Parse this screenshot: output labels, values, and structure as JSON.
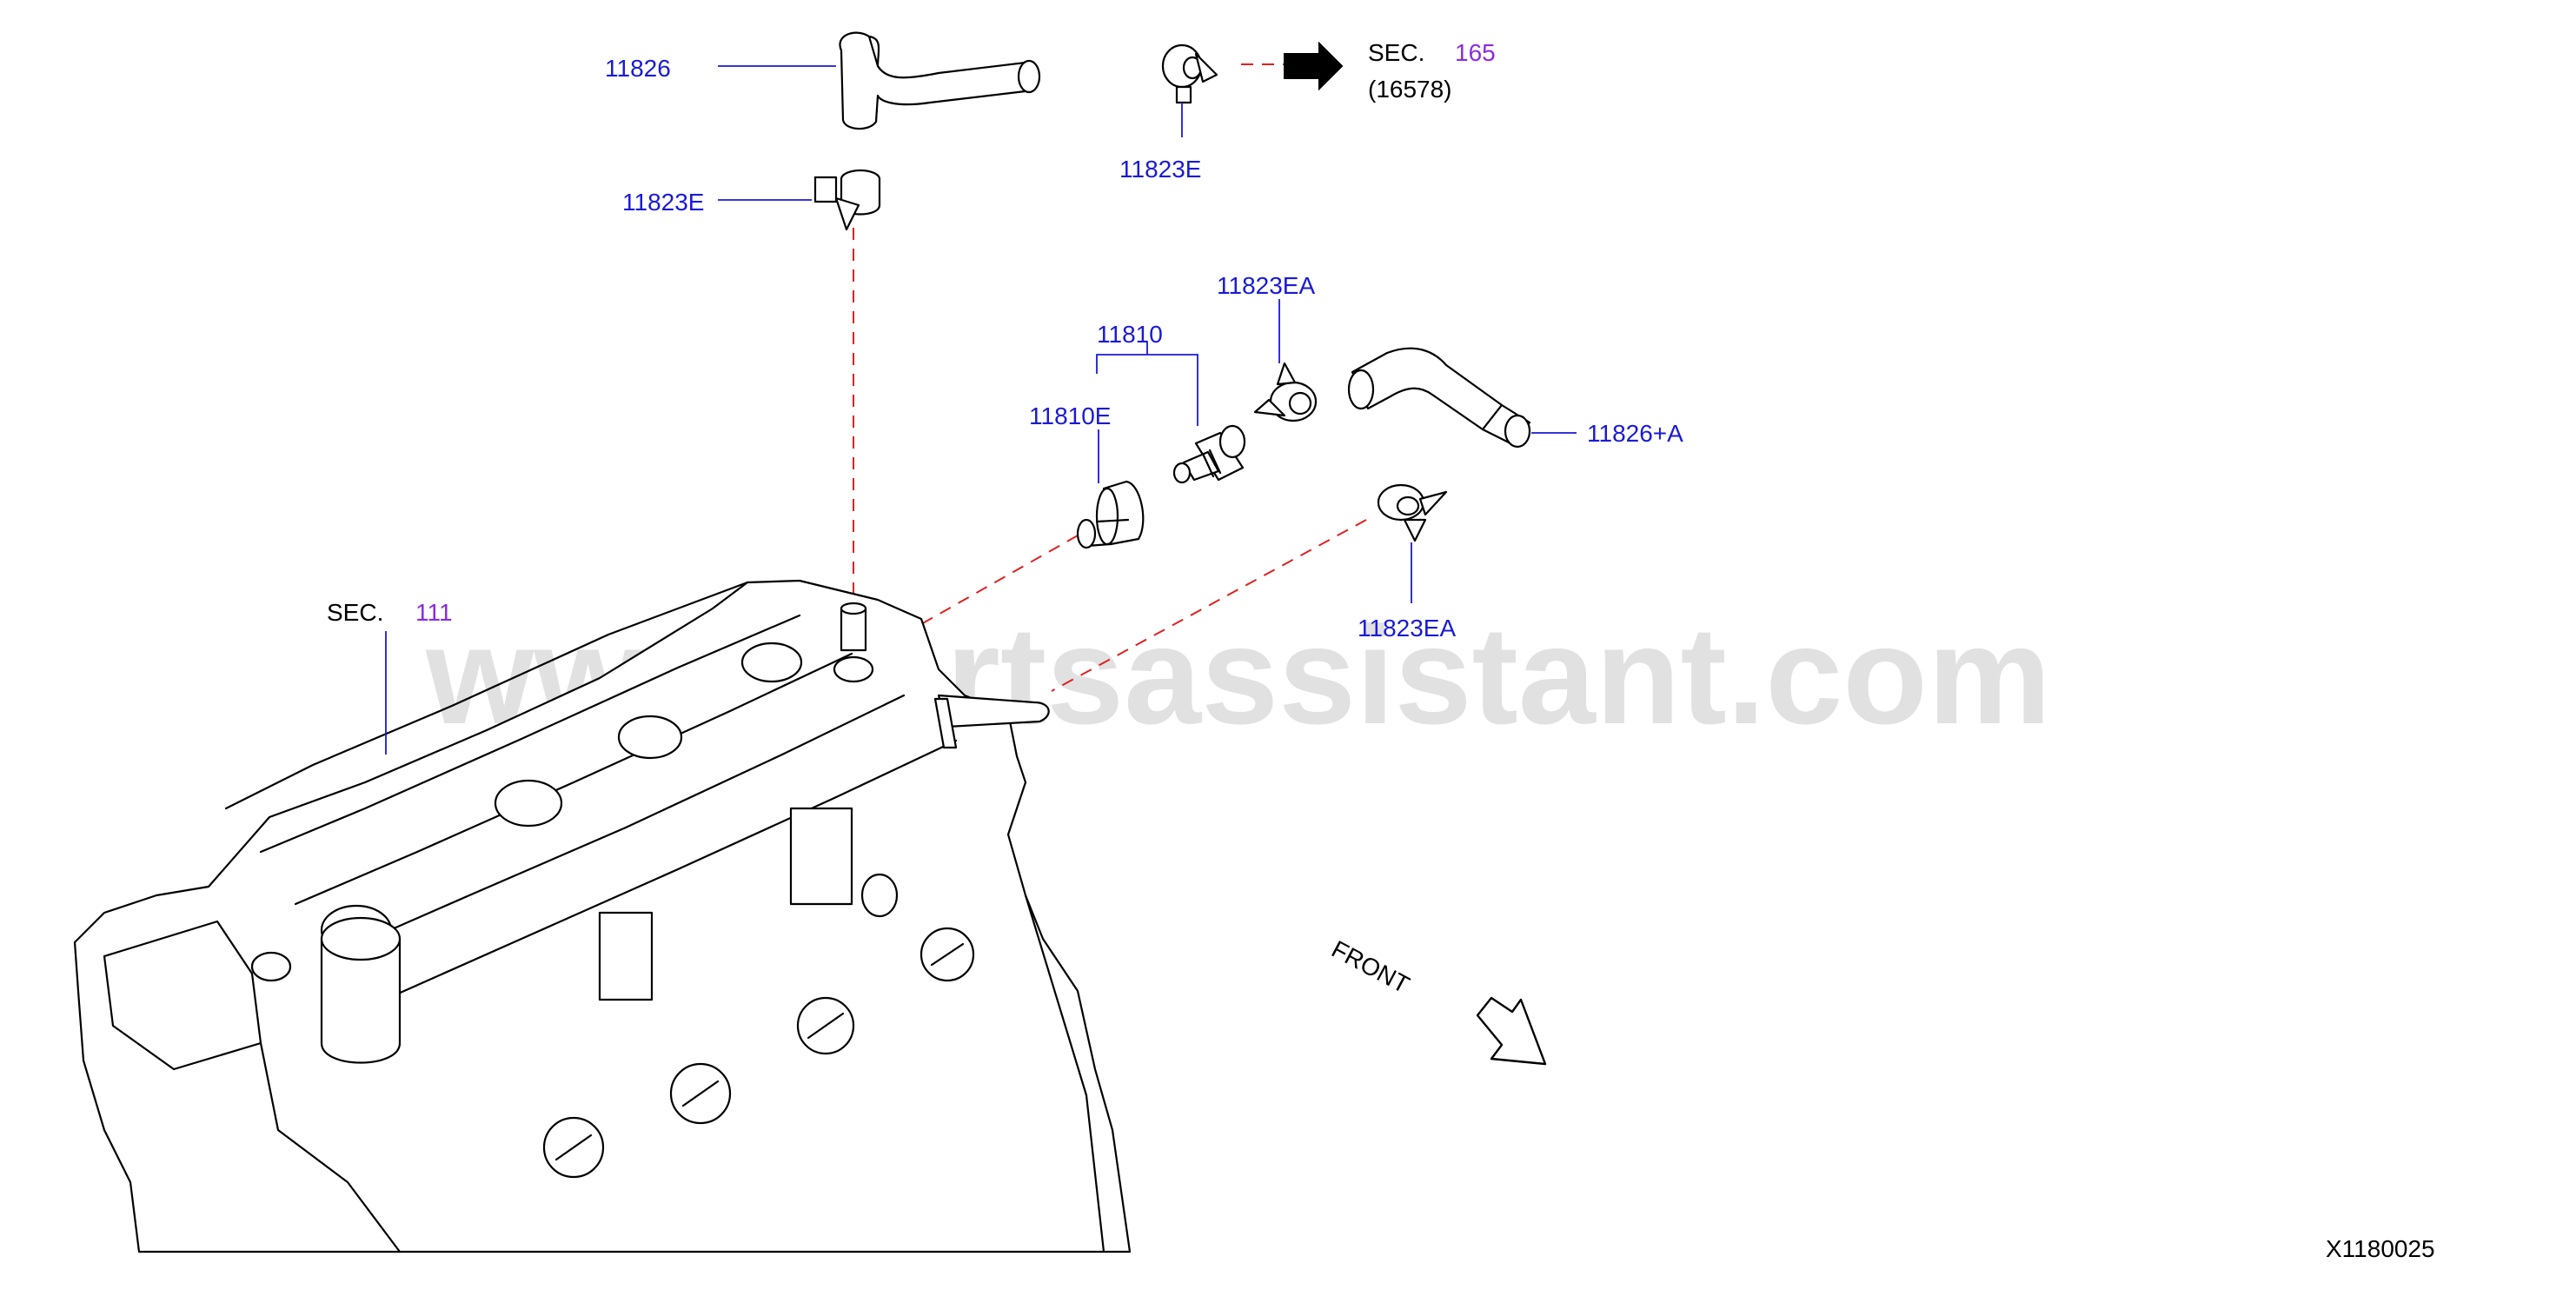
{
  "watermark": "www.partsassistant.com",
  "diagram_code": "X1180025",
  "labels": {
    "p11826": "11826",
    "p11823e_top": "11823E",
    "p11823e_left": "11823E",
    "p11823ea_top": "11823EA",
    "p11810": "11810",
    "p11810e": "11810E",
    "p11826a": "11826+A",
    "p11823ea_bottom": "11823EA"
  },
  "sections": {
    "sec165": {
      "prefix": "SEC.",
      "number": "165",
      "sub": "(16578)"
    },
    "sec111": {
      "prefix": "SEC.",
      "number": "111"
    }
  },
  "front_text": "FRONT",
  "colors": {
    "part_label": "#1a1ad6",
    "section_number": "#8a2be2",
    "dashed_line": "#e02020",
    "watermark": "#c8c8c8"
  }
}
